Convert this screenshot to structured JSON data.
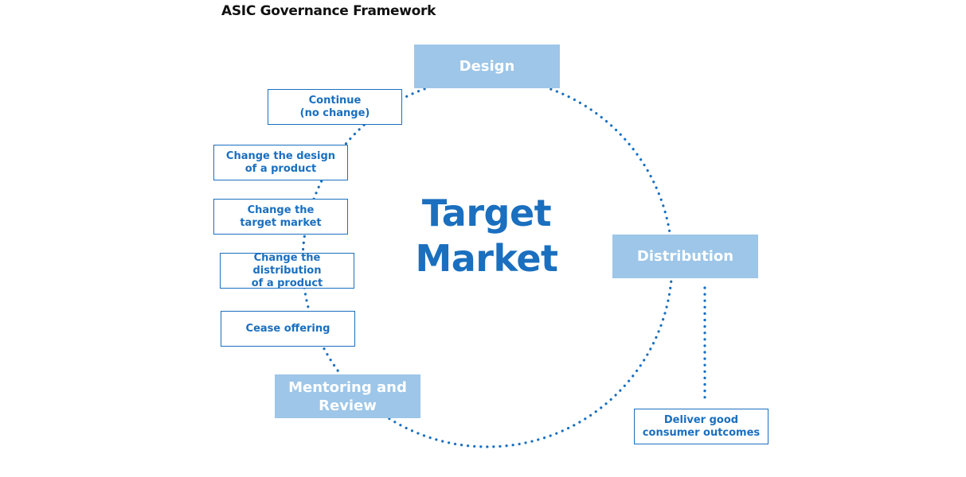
{
  "diagram": {
    "title": "ASIC Governance Framework",
    "center": "Target\nMarket",
    "stages": {
      "design": "Design",
      "distribution": "Distribution",
      "monitoring": "Mentoring and\nReview"
    },
    "review_options": [
      "Continue\n(no change)",
      "Change the design\nof a product",
      "Change the\ntarget market",
      "Change the distribution\nof a product",
      "Cease offering"
    ],
    "outcome": "Deliver good\nconsumer outcomes"
  },
  "colors": {
    "accent": "#1a6fbf",
    "stage_fill": "#9dc6e8",
    "stage_text": "#ffffff",
    "title_text": "#111111"
  }
}
